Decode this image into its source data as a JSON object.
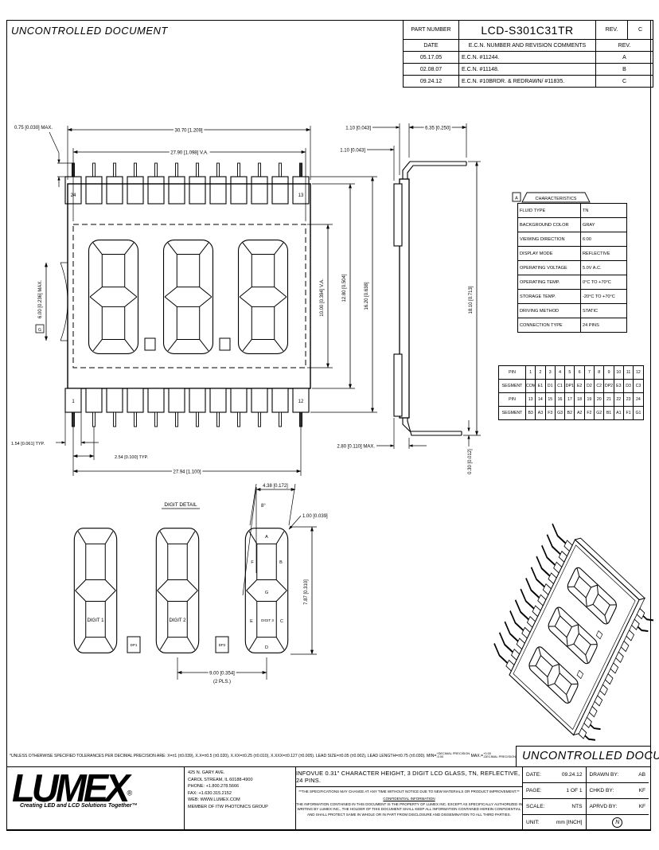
{
  "doc": {
    "uncontrolled_top": "UNCONTROLLED DOCUMENT",
    "uncontrolled_bottom": "UNCONTROLLED DOCUMENT"
  },
  "rev_table": {
    "part_number_label": "PART NUMBER",
    "part_number": "LCD-S301C31TR",
    "rev_label": "REV.",
    "rev": "C",
    "date_header": "DATE",
    "ecn_header": "E.C.N. NUMBER AND REVISION COMMENTS",
    "rev_header": "REV.",
    "rows": [
      {
        "date": "05.17.05",
        "comment": "E.C.N. #11244.",
        "rev": "A"
      },
      {
        "date": "02.08.07",
        "comment": "E.C.N. #11148.",
        "rev": "B"
      },
      {
        "date": "09.24.12",
        "comment": "E.C.N. #10BRDR. & REDRAWN/ #11835.",
        "rev": "C"
      }
    ]
  },
  "front_view": {
    "pins": {
      "top_left": "24",
      "top_right": "13",
      "bottom_left": "1",
      "bottom_right": "12"
    },
    "dims": {
      "lead_top": "0.75 [0.030] MAX.",
      "overall_w": "30.70 [1.209]",
      "va_w": "27.90 [1.098] V.A.",
      "thickness": "6.00 [0.236] MAX.",
      "thickness_flag": "G",
      "va_h": "10.00 [0.394] V.A.",
      "glass_h": "12.80 [0.504]",
      "overall_h": "16.20 [0.638]",
      "pin_w": "1.54 [0.061] TYP.",
      "pin_pitch": "2.54 [0.100] TYP.",
      "pin_span": "27.94 [1.100]"
    }
  },
  "side_view": {
    "dims": {
      "glass_t": "1.10 [0.043]",
      "clip_t": "1.10 [0.043]",
      "lead_len": "6.35 [0.250]",
      "height": "18.10 [0.713]",
      "clip_d": "2.80 [0.110] MAX.",
      "lead_t": "0.30 [0.012]"
    }
  },
  "characteristics": {
    "flag": "A",
    "title": "CHARACTERISTICS",
    "rows": [
      {
        "label": "FLUID TYPE",
        "value": "TN"
      },
      {
        "label": "BACKGROUND COLOR",
        "value": "GRAY"
      },
      {
        "label": "VIEWING DIRECTION",
        "value": "6:00"
      },
      {
        "label": "DISPLAY MODE",
        "value": "REFLECTIVE"
      },
      {
        "label": "OPERATING VOLTAGE",
        "value": "5.0V A.C."
      },
      {
        "label": "OPERATING TEMP.",
        "value": "0°C TO +70°C"
      },
      {
        "label": "STORAGE TEMP.",
        "value": "-20°C TO +70°C"
      },
      {
        "label": "DRIVING METHOD",
        "value": "STATIC"
      },
      {
        "label": "CONNECTION TYPE",
        "value": "24 PINS"
      }
    ]
  },
  "pin_table": {
    "rows": [
      {
        "label": "PIN",
        "cells": [
          "1",
          "2",
          "3",
          "4",
          "5",
          "6",
          "7",
          "8",
          "9",
          "10",
          "11",
          "12"
        ]
      },
      {
        "label": "SEGMENT",
        "cells": [
          "COM",
          "E1",
          "D1",
          "C1",
          "DP1",
          "E2",
          "D2",
          "C2",
          "DP2",
          "E3",
          "D3",
          "C3"
        ]
      },
      {
        "label": "PIN",
        "cells": [
          "13",
          "14",
          "15",
          "16",
          "17",
          "18",
          "19",
          "20",
          "21",
          "22",
          "23",
          "24"
        ]
      },
      {
        "label": "SEGMENT",
        "cells": [
          "B3",
          "A3",
          "F3",
          "G3",
          "B2",
          "A2",
          "F2",
          "G2",
          "B1",
          "A1",
          "F1",
          "G1"
        ]
      }
    ]
  },
  "digit_detail": {
    "title": "DIGIT DETAIL",
    "digit1": "DIGIT 1",
    "digit2": "DIGIT 2",
    "digit3": "DIGIT 3",
    "dp1": "DP1",
    "dp2": "DP2",
    "segments": {
      "a": "A",
      "b": "B",
      "c": "C",
      "d": "D",
      "e": "E",
      "f": "F",
      "g": "G"
    },
    "dims": {
      "seg_w": "4.38 [0.172]",
      "angle": "8°",
      "tube": "1.00 [0.039]",
      "height": "7.87 [0.310]",
      "pitch": "9.00 [0.354]",
      "pitch_note": "(2 PLS.)"
    }
  },
  "tolerance": {
    "main": "*UNLESS OTHERWISE SPECIFIED TOLERANCES PER DECIMAL PRECISION ARE: X=±1 (±0.039), X.X=±0.5 (±0.020), X.XX=±0.25 (±0.010), X.XXX=±0.127 (±0.005).   LEAD SIZE=±0.05 (±0.002), LEAD LENGTH=±0.75 (±0.030).",
    "min_label": "MIN=",
    "min_top": "+DECIMAL PRECISION",
    "min_bot": "-0.00",
    "max_label": "MAX.=",
    "max_top": "+0.00",
    "max_bot": "-DECIMAL PRECISION"
  },
  "title_block": {
    "logo_text": "LUMEX",
    "logo_reg": "®",
    "tagline": "Creating LED and LCD Solutions Together™",
    "address": [
      "425 N. GARY AVE.",
      "CAROL STREAM, IL 60188-4900",
      "PHONE: +1.800.278.5666",
      "FAX: +1.630.315.2152",
      "WEB: WWW.LUMEX.COM",
      "MEMBER OF ITW PHOTONICS GROUP"
    ],
    "description": "INFOVUE 0.31\" CHARACTER HEIGHT, 3 DIGIT LCD GLASS, TN, REFLECTIVE, 24 PINS.",
    "spec_note": "**THE SPECIFICATIONS MAY CHANGE AT ANY TIME WITHOUT NOTICE DUE TO NEW MATERIALS OR PRODUCT IMPROVEMENT.**",
    "confidential_title": "CONFIDENTIAL INFORMATION",
    "confidential_body": "THE INFORMATION CONTAINED IN THIS DOCUMENT IS THE PROPERTY OF LUMEX INC. EXCEPT AS SPECIFICALLY AUTHORIZED IN WRITING BY LUMEX INC., THE HOLDER OF THIS DOCUMENT SHALL KEEP ALL INFORMATION CONTAINED HEREIN CONFIDENTIAL AND SHALL PROTECT SAME IN WHOLE OR IN PART FROM DISCLOSURE AND DISSEMINATION TO ALL THIRD PARTIES.",
    "fields": {
      "date_label": "DATE:",
      "date": "09.24.12",
      "page_label": "PAGE:",
      "page": "1 OF 1",
      "scale_label": "SCALE:",
      "scale": "NTS",
      "unit_label": "UNIT:",
      "unit": "mm [INCH]",
      "drawn_label": "DRAWN BY:",
      "drawn": "AB",
      "chkd_label": "CHKD BY:",
      "chkd": "KF",
      "aprvd_label": "APRVD BY:",
      "aprvd": "KF",
      "symbol": "N"
    }
  }
}
